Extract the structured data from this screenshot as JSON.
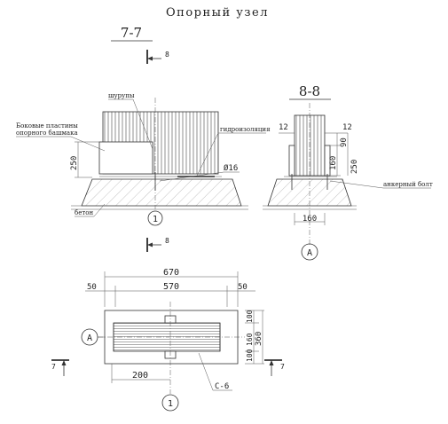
{
  "title": "Опорный узел",
  "section_77": {
    "label": "7-7",
    "marker_top": "8",
    "marker_bottom": "8",
    "callout_screws": "шурупы",
    "callout_side_plates_line1": "Боковые пластины",
    "callout_side_plates_line2": "опорного башмака",
    "callout_waterproofing": "гидроизоляция",
    "dim_height": "250",
    "dim_diameter": "Ø16",
    "label_concrete": "бетон",
    "axis_mark": "1"
  },
  "section_88": {
    "label": "8-8",
    "dim_12_top": "12",
    "dim_12_right": "12",
    "dim_90": "90",
    "dim_160_vert": "160",
    "dim_250": "250",
    "dim_160_horiz": "160",
    "callout_anchor_bolt": "анкерный болт",
    "axis_mark": "А"
  },
  "plan": {
    "dim_overall": "670",
    "dim_inner": "570",
    "dim_left_offset": "50",
    "dim_right_offset": "50",
    "dim_200": "200",
    "dim_right_100_top": "100",
    "dim_right_160": "160",
    "dim_right_100_bottom": "100",
    "dim_right_360": "360",
    "label_c6": "С-6",
    "axis_mark_left": "А",
    "axis_mark_bottom": "1",
    "cut_left": "7",
    "cut_right": "7"
  }
}
